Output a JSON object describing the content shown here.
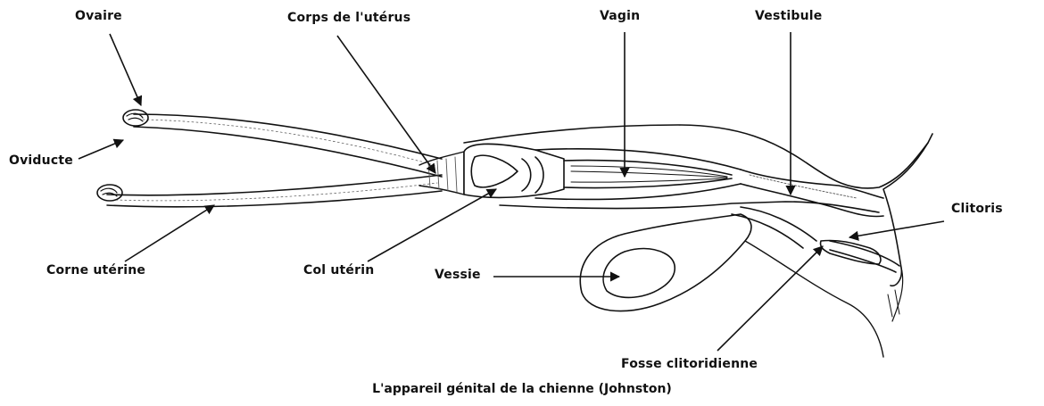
{
  "labels": {
    "ovaire": "Ovaire",
    "corps_uterus": "Corps de l'utérus",
    "vagin": "Vagin",
    "vestibule": "Vestibule",
    "oviducte": "Oviducte",
    "clitoris": "Clitoris",
    "corne_uterine": "Corne utérine",
    "col_uterin": "Col utérin",
    "vessie": "Vessie",
    "fosse_clitoridienne": "Fosse clitoridienne"
  },
  "caption": "L'appareil génital de la chienne (Johnston)",
  "colors": {
    "ink": "#111111",
    "fill": "#ffffff",
    "hatch": "#555555"
  }
}
